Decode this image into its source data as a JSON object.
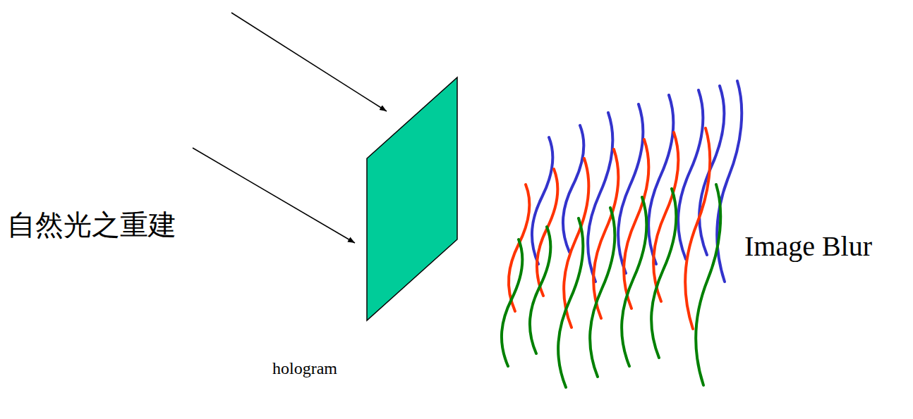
{
  "diagram": {
    "nodes": [
      {
        "text": [
          "hologram"
        ]
      }
    ],
    "labels": [
      "自然光之重建",
      "Image Blur"
    ]
  }
}
